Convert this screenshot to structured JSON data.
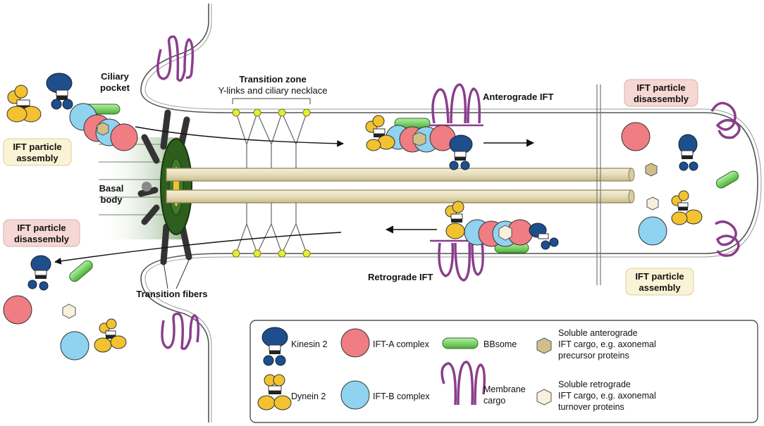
{
  "labels": {
    "ciliary_pocket": [
      "Ciliary",
      "pocket"
    ],
    "transition_zone_title": "Transition zone",
    "transition_zone_sub": "Y-links and ciliary necklace",
    "anterograde": "Anterograde IFT",
    "retrograde": "Retrograde IFT",
    "basal_body": [
      "Basal",
      "body"
    ],
    "transition_fibers": "Transition fibers",
    "assembly_left": [
      "IFT particle",
      "assembly"
    ],
    "disassembly_left": [
      "IFT particle",
      "disassembly"
    ],
    "disassembly_right": [
      "IFT particle",
      "disassembly"
    ],
    "assembly_right": [
      "IFT particle",
      "assembly"
    ]
  },
  "legend": {
    "kinesin": "Kinesin 2",
    "dynein": "Dynein 2",
    "ift_a": "IFT-A complex",
    "ift_b": "IFT-B complex",
    "bbsome": "BBsome",
    "membrane_cargo": [
      "Membrane",
      "cargo"
    ],
    "soluble_antero": [
      "Soluble anterograde",
      "IFT cargo, e.g. axonemal",
      "precursor proteins"
    ],
    "soluble_retro": [
      "Soluble retrograde",
      "IFT cargo, e.g. axonemal",
      "turnover proteins"
    ]
  },
  "colors": {
    "kinesin": "#1f4e8c",
    "dynein": "#f2c230",
    "ift_a": "#ef7d82",
    "ift_b": "#8fd3f0",
    "bbsome": "#7ed36a",
    "membrane_cargo": "#8a3e8c",
    "cargo_antero": "#cfc08a",
    "cargo_retro": "#f6f0dc",
    "basal_body": "#2e5e1e",
    "axoneme": "#e6dcb8",
    "assembly_box": "#fbf3d5",
    "disassembly_box": "#f5d7d4",
    "transition_node": "#e4ef33"
  }
}
